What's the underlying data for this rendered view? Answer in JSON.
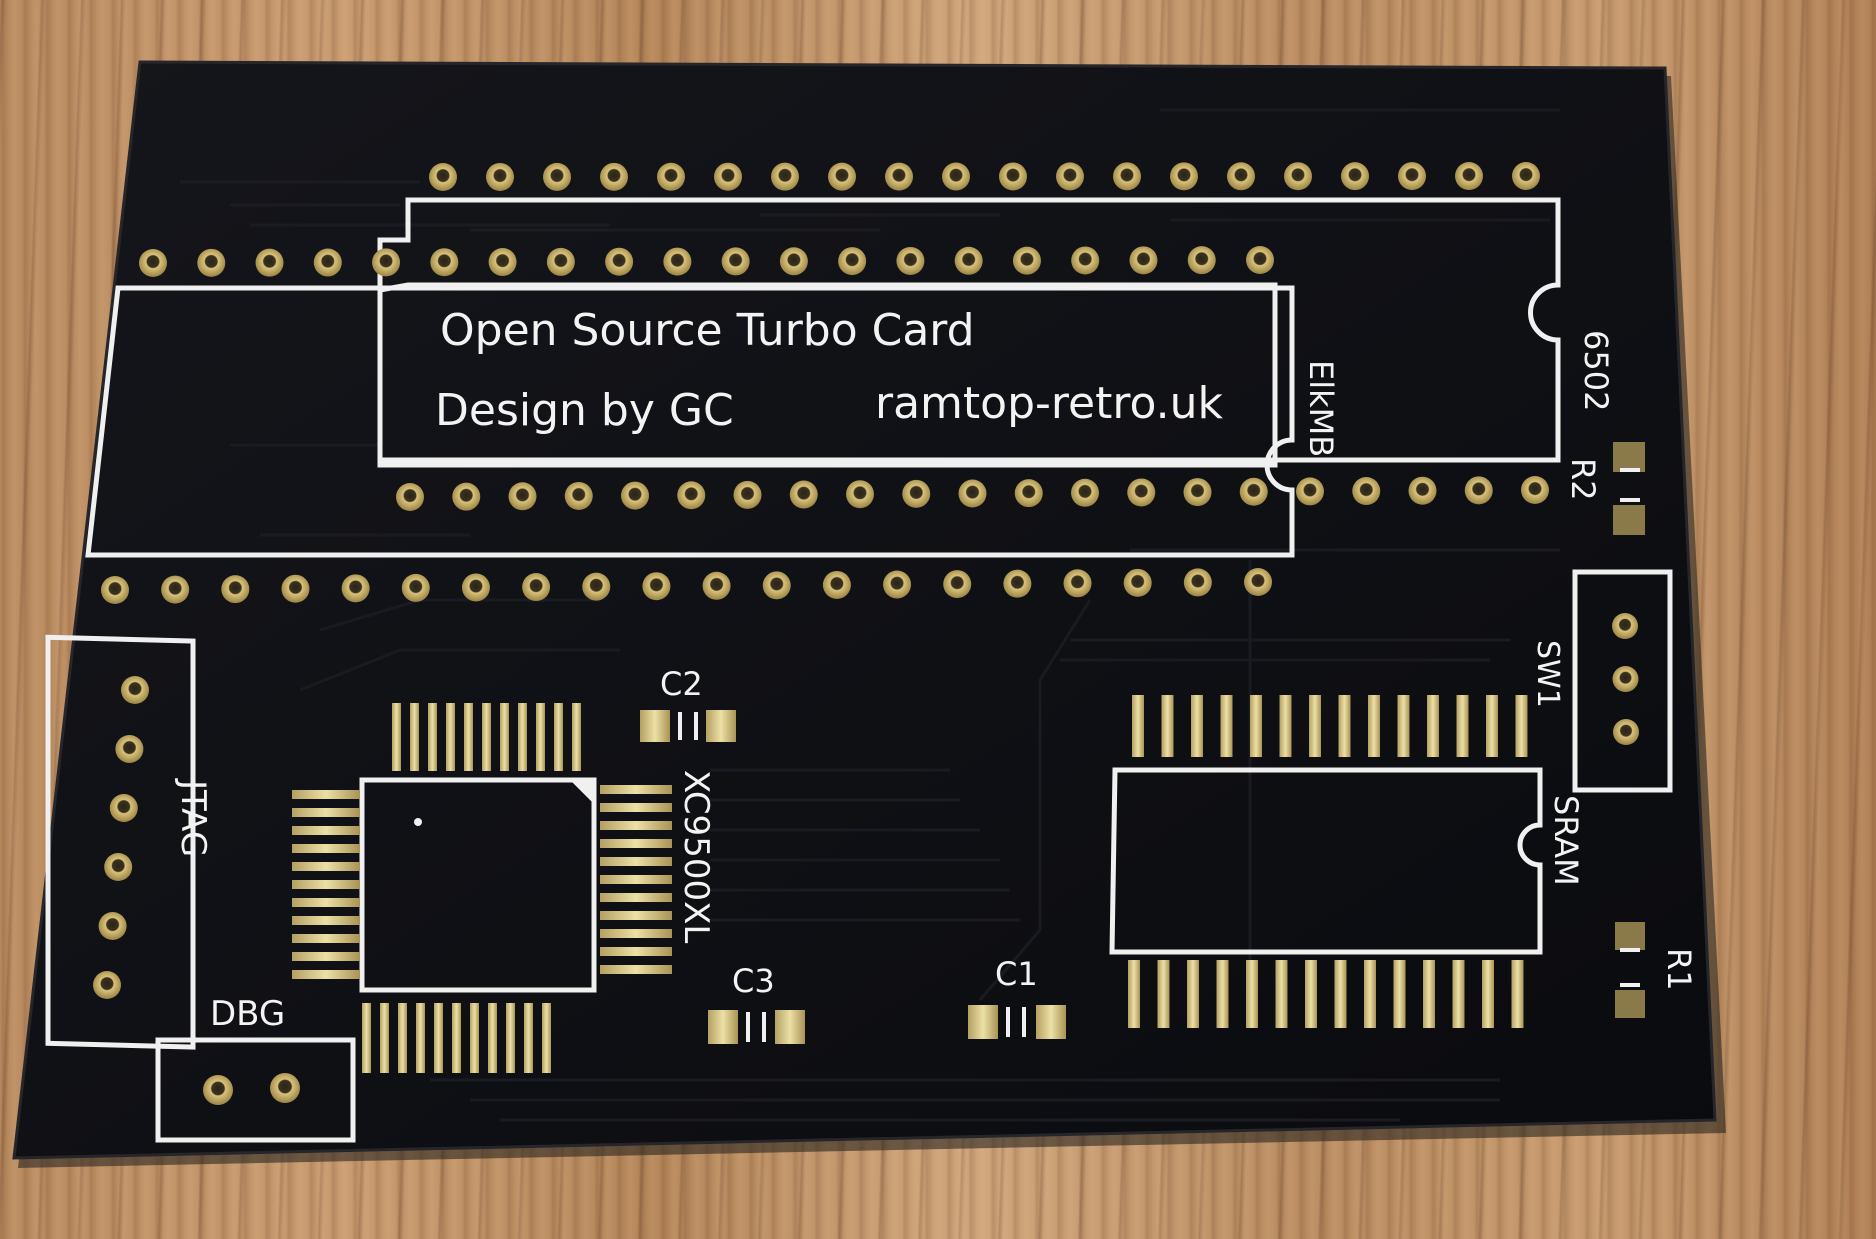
{
  "board": {
    "title_line": "Open Source Turbo Card",
    "designer_line": "Design by GC",
    "website": "ramtop-retro.uk"
  },
  "silkscreen_labels": {
    "cpu": "6502",
    "host": "ElkMB",
    "resistor_r2": "R2",
    "resistor_r1": "R1",
    "switch": "SW1",
    "sram": "SRAM",
    "jtag": "JTAG",
    "debug": "DBG",
    "cpld": "XC9500XL",
    "cap_c1": "C1",
    "cap_c2": "C2",
    "cap_c3": "C3"
  },
  "colors": {
    "pcb": "#0d0e12",
    "silkscreen": "#f3f3f3",
    "pad_gold": "#c8b26a",
    "wood": "#c0915f"
  }
}
